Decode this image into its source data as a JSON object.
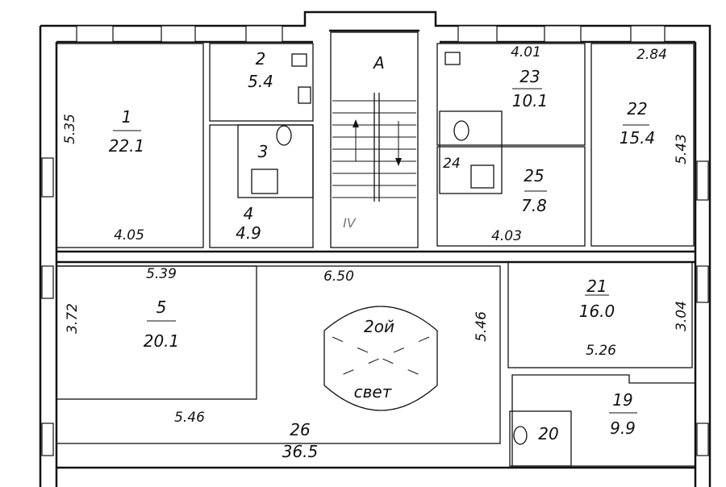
{
  "plan": {
    "stair_label": "A",
    "stair_section": "IV",
    "light_well": {
      "line1": "2ой",
      "line2": "свет"
    },
    "rooms": [
      {
        "id": "1",
        "area": "22.1"
      },
      {
        "id": "2",
        "area": "5.4"
      },
      {
        "id": "3",
        "area": ""
      },
      {
        "id": "4",
        "area": "4.9"
      },
      {
        "id": "5",
        "area": "20.1"
      },
      {
        "id": "19",
        "area": "9.9"
      },
      {
        "id": "20",
        "area": ""
      },
      {
        "id": "21",
        "area": "16.0"
      },
      {
        "id": "22",
        "area": "15.4"
      },
      {
        "id": "23",
        "area": "10.1"
      },
      {
        "id": "24",
        "area": ""
      },
      {
        "id": "25",
        "area": "7.8"
      },
      {
        "id": "26",
        "area": "36.5"
      }
    ],
    "dimensions": {
      "room1_height": "5.35",
      "room1_width": "4.05",
      "room5_top": "5.39",
      "room5_height": "3.72",
      "hall_top": "6.50",
      "hall_bottom": "5.46",
      "hall_side": "5.46",
      "room23_top": "4.01",
      "room22_top": "2.84",
      "room22_side": "5.43",
      "room25_bottom": "4.03",
      "room21_side": "3.04",
      "room21_bottom": "5.26"
    }
  }
}
